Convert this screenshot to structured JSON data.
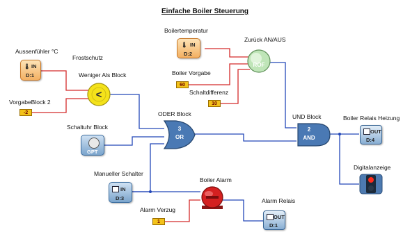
{
  "title": "Einfache Boiler Steuerung",
  "labels": {
    "aussenfuehler": "Aussenfühler °C",
    "frostschutz": "Frostschutz",
    "weniger_als_block": "Weniger Als Block",
    "vorgabeblock2": "VorgabeBlock 2",
    "schaltuhr_block": "Schaltuhr Block",
    "boilertemperatur": "Boilertemperatur",
    "boiler_vorgabe": "Boiler Vorgabe",
    "schaltdifferenz": "Schaltdifferenz",
    "zurueck_anaus": "Zurück AN/AUS",
    "oder_block": "ODER Block",
    "und_block": "UND Block",
    "boiler_relais_heizung": "Boiler Relais Heizung",
    "digitalanzeige": "Digitalanzeige",
    "manueller_schalter": "Manueller Schalter",
    "boiler_alarm": "Boiler Alarm",
    "alarm_verzug": "Alarm Verzug",
    "alarm_relais": "Alarm Relais"
  },
  "blocks": {
    "aussen_in": {
      "tag": "IN",
      "id": "D:1"
    },
    "boilertemp_in": {
      "tag": "IN",
      "id": "D:2"
    },
    "manuell_in": {
      "tag": "IN",
      "id": "D:3"
    },
    "relais_out": {
      "tag": "OUT",
      "id": "D:4"
    },
    "alarm_out": {
      "tag": "OUT",
      "id": "D:1"
    },
    "weniger_symbol": "<",
    "rof": "ROF",
    "gpt": "GPT",
    "oder_num": "3",
    "oder_op": "OR",
    "und_num": "2",
    "und_op": "AND"
  },
  "constants": {
    "vorgabe2": "-2",
    "boiler_vorgabe": "60",
    "schaltdifferenz": "10",
    "alarm_verzug": "1"
  },
  "colors": {
    "wire_red": "#d42a2a",
    "wire_blue": "#2347b8",
    "gate_yellow": "#f4e21a",
    "gate_blue": "#4a79b4"
  }
}
